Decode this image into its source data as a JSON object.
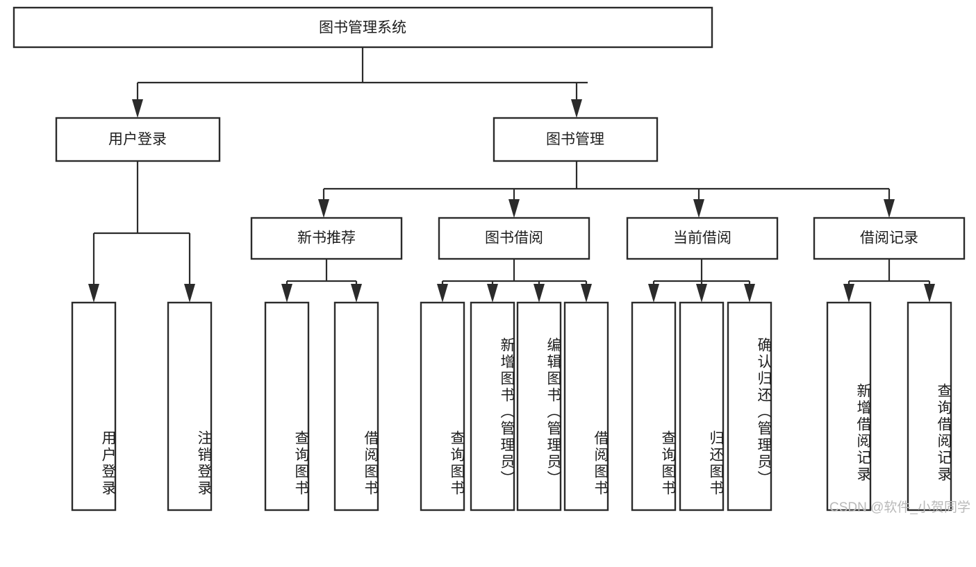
{
  "diagram": {
    "title": "图书管理系统",
    "type": "tree-hierarchy-chart",
    "root": {
      "label": "图书管理系统"
    },
    "level2": [
      {
        "label": "用户登录"
      },
      {
        "label": "图书管理"
      }
    ],
    "level3": [
      {
        "label": "新书推荐"
      },
      {
        "label": "图书借阅"
      },
      {
        "label": "当前借阅"
      },
      {
        "label": "借阅记录"
      }
    ],
    "leaves": [
      {
        "label": "用户登录"
      },
      {
        "label": "注销登录"
      },
      {
        "label": "查询图书"
      },
      {
        "label": "借阅图书"
      },
      {
        "label": "查询图书"
      },
      {
        "label": "新增图书（管理员）"
      },
      {
        "label": "编辑图书（管理员）"
      },
      {
        "label": "借阅图书"
      },
      {
        "label": "查询图书"
      },
      {
        "label": "归还图书"
      },
      {
        "label": "确认归还（管理员）"
      },
      {
        "label": "新增借阅记录"
      },
      {
        "label": "查询借阅记录"
      }
    ]
  },
  "watermark": {
    "text": "CSDN @软件_小贺同学"
  },
  "colors": {
    "stroke": "#2b2b2b",
    "fill": "#ffffff",
    "text": "#1d1d1d",
    "watermark": "#b9b9b9"
  }
}
